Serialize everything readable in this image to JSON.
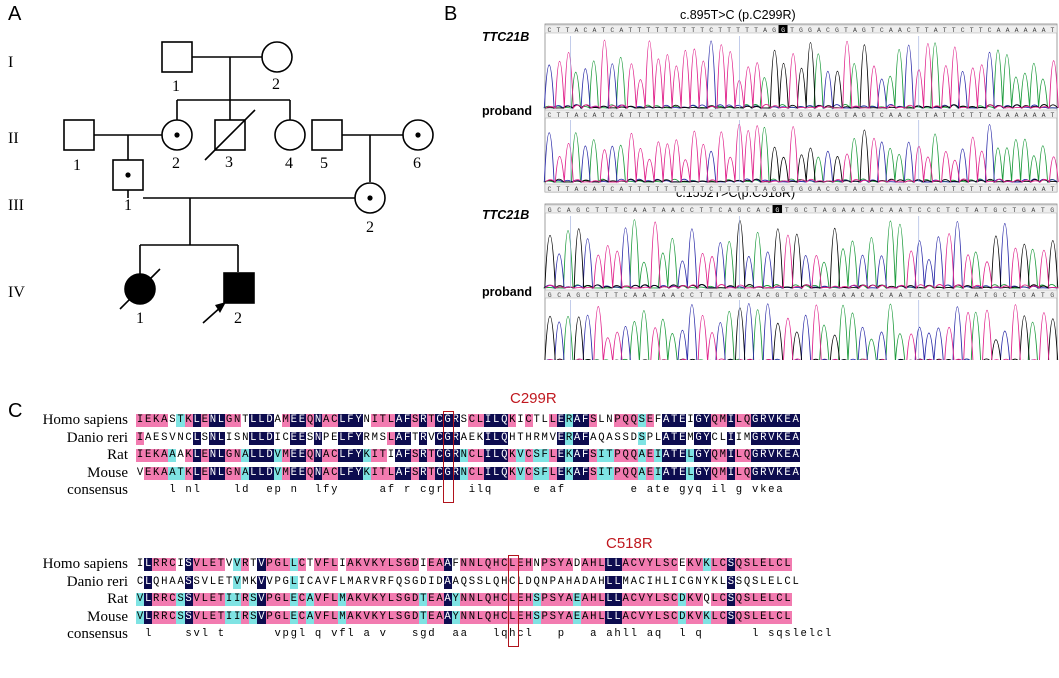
{
  "panels": {
    "a": "A",
    "b": "B",
    "c": "C"
  },
  "pedigree": {
    "generations": [
      "I",
      "II",
      "III",
      "IV"
    ],
    "individuals": {
      "I1": "1",
      "I2": "2",
      "II1": "1",
      "II2": "2",
      "II3": "3",
      "II4": "4",
      "II5": "5",
      "II6": "6",
      "III1": "1",
      "III2": "2",
      "IV1": "1",
      "IV2": "2"
    }
  },
  "chromatograms": {
    "gene": "TTC21B",
    "proband_label": "proband",
    "variant1": {
      "title": "c.895T>C (p.C299R)",
      "seq": "CTTACATCATTTTTTTTTCTTTTTAGGTGGACGTAGTCAACTTATTCTTCAAAAAAT"
    },
    "variant2": {
      "title": "c.1552T>C(p.C518R)",
      "seq": "GCAGCTTTCAATAACCTTCAGCACGTGCTAGAACACAATCCCTCTATGCTGATG"
    }
  },
  "alignment": {
    "species": [
      "Homo sapiens",
      "Danio reri",
      "Rat",
      "Mouse",
      "consensus"
    ],
    "block1": {
      "mutation": "C299R",
      "rows": [
        "IEKASTKLENLGNTLLDAMEEQNACLFYNITLAFSRTCGRSCLILQKICTLLERAFSLNPQQSEFATEIGYQMILQGRVKEA",
        "IAESVNCLSNLISNLLDICEESNPELFYRMSLAFTRVCGRAEKILQHTHRMVERAFAQASSDSPLATEMGYCLIIMGRVKEA",
        "IEKAAAKLENLGNALLDVMEEQNACLFYKITIAFSRTCGRNCLILQKVCSFLEKAFSITPQQAEIATELGYQMILQGRVKEA",
        "VEKAATKLENLGNALLDVMEEQNACLFYKITLAFSRTCGRNCLILQKVCSFLEKAFSITPQQAEIATELGYQMILQGRVKEA",
        "    l nl    ld  ep n  lfy     af r cgr   ilq     e af        e ate gyq il g vkea"
      ]
    },
    "block2": {
      "mutation": "C518R",
      "rows": [
        "ILRRCISVLETVVRTVPGLLCTVFLIAKVKYLSGDIEAAFNNLQHCLEHNPSYADAHLLLACVYLSCEKVKLCSQSLELCL",
        "CLQHAASSVLETVMKVVPGLICAVFLMARVRFQSGDIDAAQSSLQHCLDQNPAHADAHLLMACIHLICGNYKLSSQSLELCL",
        "VLRRCSSVLETIIRSVPGLECAVFLMAKVKYLSGDTEAAYNNLQHCLEHSPSYAEAHLLLACVYLSCDKVQLCSQSLELCL",
        "VLRRCSSVLETIIRSVPGLECAVFLMAKVKYLSGDTEAAYNNLQHCLEHSPSYAEAHLLLACVYLSCDKVKLCSQSLELCL",
        " l    svl t      vpgl q vfl a v   sgd  aa   lqhcl   p   a ahll aq  l q      l sqslelcl"
      ]
    }
  },
  "colors": {
    "identical": "#0d0c4f",
    "similar": "#f27bb0",
    "partial": "#7fe3e3",
    "mutation": "#c0181f",
    "trace_a": "#1a9a3a",
    "trace_c": "#2a2aa8",
    "trace_g": "#000000",
    "trace_t": "#e0208a"
  }
}
